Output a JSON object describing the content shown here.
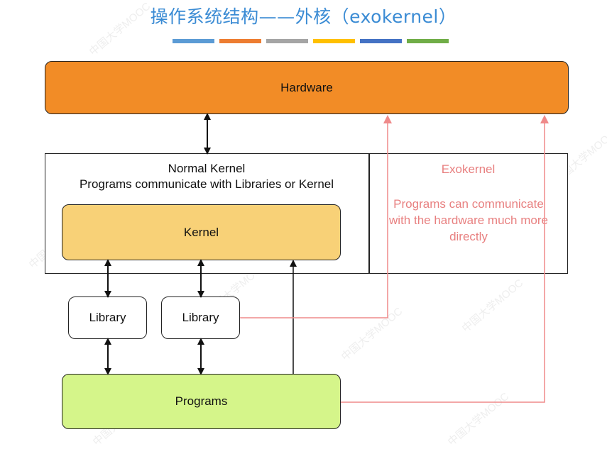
{
  "title": "操作系统结构——外核（exokernel）",
  "accent_stripes": [
    "#5b9bd5",
    "#ed7d31",
    "#a5a5a5",
    "#ffc000",
    "#4472c4",
    "#70ad47"
  ],
  "colors": {
    "hardware": "#f28c26",
    "kernel": "#f8d177",
    "programs": "#d5f58a",
    "exokernel_text": "#e88080",
    "title": "#3a8bd4"
  },
  "diagram": {
    "hardware": "Hardware",
    "normal_kernel": {
      "title": "Normal Kernel",
      "subtitle": "Programs communicate with Libraries or Kernel"
    },
    "kernel": "Kernel",
    "library_1": "Library",
    "library_2": "Library",
    "programs": "Programs",
    "exokernel": {
      "title": "Exokernel",
      "description": "Programs can communicate with the hardware much more directly"
    }
  },
  "watermark": "中国大学MOOC"
}
